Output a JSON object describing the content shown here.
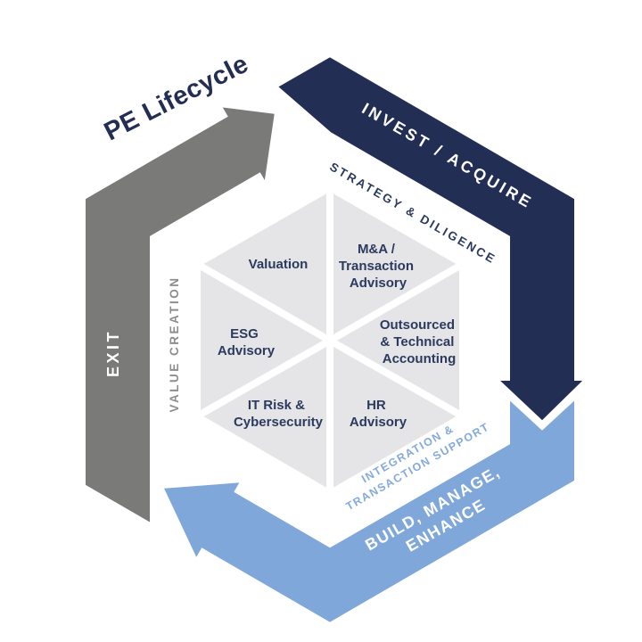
{
  "diagram": {
    "title": "PE Lifecycle",
    "colors": {
      "navy": "#232e54",
      "gray": "#7a7a78",
      "light_blue": "#7fa7d9",
      "triangle_fill": "#e5e5e7",
      "text_navy": "#2b3a5e",
      "value_creation_gray": "#8d8d8d",
      "integration_blue": "#84abdb",
      "white": "#ffffff"
    },
    "cycle_arrows": {
      "invest_acquire": {
        "label": "INVEST / ACQUIRE"
      },
      "build_manage_enhance": {
        "lines": [
          "BUILD, MANAGE,",
          "ENHANCE"
        ]
      },
      "exit": {
        "label": "EXIT"
      }
    },
    "phase_labels": {
      "strategy_diligence": "STRATEGY & DILIGENCE",
      "value_creation": "VALUE CREATION",
      "integration_transaction_support": {
        "lines": [
          "INTEGRATION &",
          "TRANSACTION SUPPORT"
        ]
      }
    },
    "services": [
      {
        "id": "valuation",
        "lines": [
          "Valuation"
        ]
      },
      {
        "id": "ma-transaction-advisory",
        "lines": [
          "M&A /",
          "Transaction",
          "Advisory"
        ]
      },
      {
        "id": "outsourced-technical-accounting",
        "lines": [
          "Outsourced",
          "& Technical",
          "Accounting"
        ]
      },
      {
        "id": "hr-advisory",
        "lines": [
          "HR",
          "Advisory"
        ]
      },
      {
        "id": "it-risk-cybersecurity",
        "lines": [
          "IT Risk &",
          "Cybersecurity"
        ]
      },
      {
        "id": "esg-advisory",
        "lines": [
          "ESG",
          "Advisory"
        ]
      }
    ]
  }
}
